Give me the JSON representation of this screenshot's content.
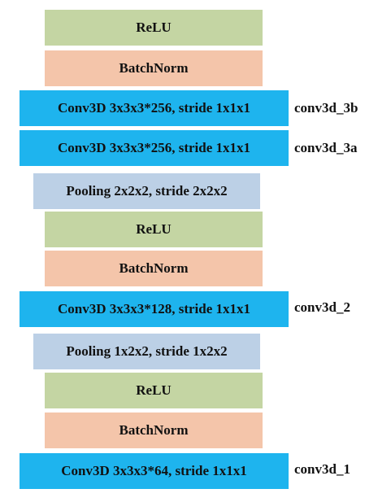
{
  "colors": {
    "relu": "#c4d5a3",
    "batchnorm": "#f4c5aa",
    "conv": "#1eb4ee",
    "pooling": "#bcd0e6"
  },
  "blocks": [
    {
      "type": "relu",
      "label": "ReLU"
    },
    {
      "type": "batchnorm",
      "label": "BatchNorm"
    },
    {
      "type": "conv",
      "label": "Conv3D 3x3x3*256, stride 1x1x1",
      "side_label": "conv3d_3b"
    },
    {
      "type": "conv",
      "label": "Conv3D 3x3x3*256, stride 1x1x1",
      "side_label": "conv3d_3a"
    },
    {
      "type": "pooling",
      "label": "Pooling 2x2x2, stride 2x2x2"
    },
    {
      "type": "relu",
      "label": "ReLU"
    },
    {
      "type": "batchnorm",
      "label": "BatchNorm"
    },
    {
      "type": "conv",
      "label": "Conv3D 3x3x3*128, stride 1x1x1",
      "side_label": "conv3d_2"
    },
    {
      "type": "pooling",
      "label": "Pooling 1x2x2, stride 1x2x2"
    },
    {
      "type": "relu",
      "label": "ReLU"
    },
    {
      "type": "batchnorm",
      "label": "BatchNorm"
    },
    {
      "type": "conv",
      "label": "Conv3D 3x3x3*64, stride 1x1x1",
      "side_label": "conv3d_1"
    }
  ]
}
